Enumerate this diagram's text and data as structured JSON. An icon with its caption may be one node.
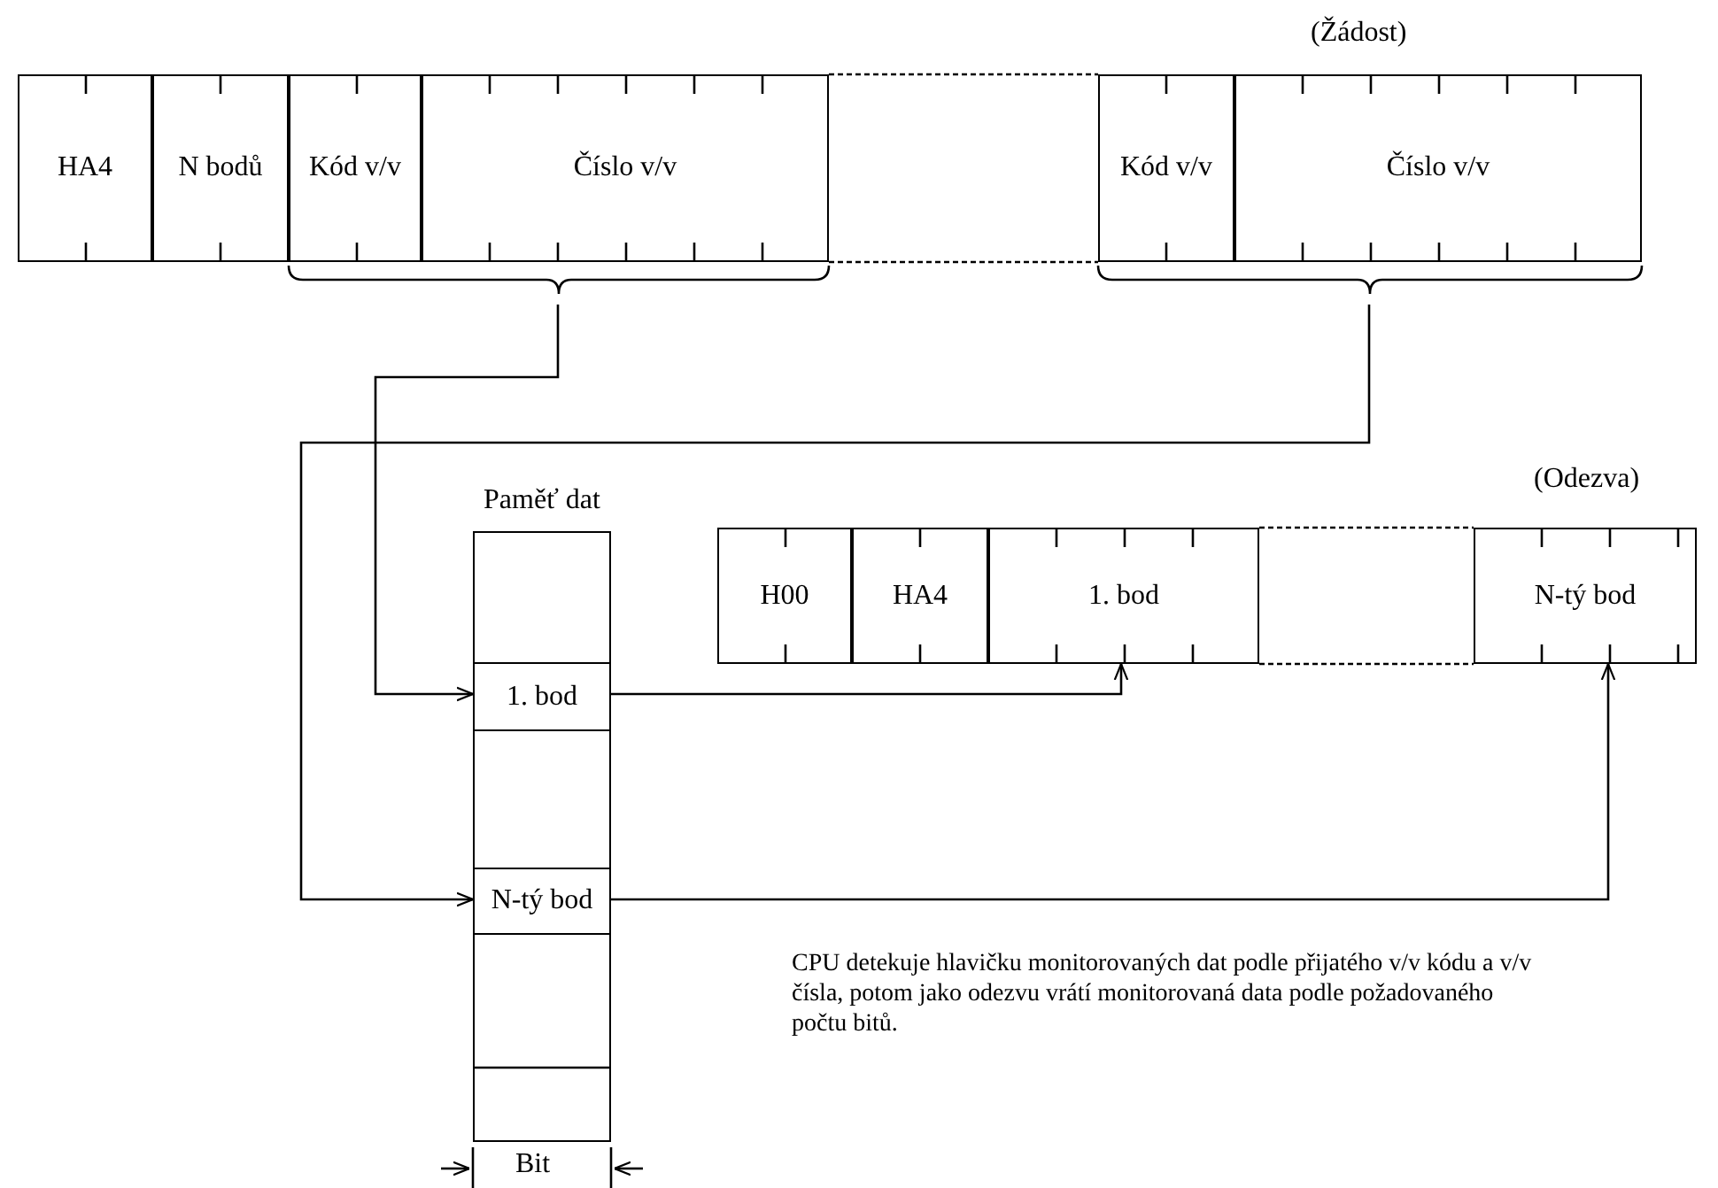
{
  "diagram": {
    "nodes": [
      {
        "text": [
          "HA4"
        ]
      },
      {
        "text": [
          "N bodů"
        ]
      },
      {
        "text": [
          "Kód v/v"
        ]
      },
      {
        "text": [
          "Číslo v/v"
        ]
      },
      {
        "text": [
          "Kód v/v"
        ]
      },
      {
        "text": [
          "Číslo v/v"
        ]
      },
      {
        "text": [
          "Paměť dat"
        ]
      },
      {
        "text": [
          "1. bod"
        ],
        "in": 6
      },
      {
        "text": [
          "N-tý bod"
        ],
        "in": 6
      },
      {
        "text": [
          "H00"
        ]
      },
      {
        "text": [
          "HA4"
        ]
      },
      {
        "text": [
          "1. bod"
        ]
      },
      {
        "text": [
          "N-tý bod"
        ]
      }
    ],
    "edges": [
      {
        "from": 3,
        "to": 7,
        "arrow": "to"
      },
      {
        "from": 5,
        "to": 8,
        "arrow": "to"
      },
      {
        "from": 7,
        "to": 11,
        "arrow": "to"
      },
      {
        "from": 8,
        "to": 12,
        "arrow": "to"
      }
    ],
    "labels": [
      "(Žádost)",
      "(Odezva)",
      "CPU detekuje hlavičku monitorovaných dat podle přijatého v/v kódu a v/v čísla, potom jako odezvu vrátí monitorovaná data podle požadovaného počtu bitů.",
      "Bit"
    ]
  }
}
